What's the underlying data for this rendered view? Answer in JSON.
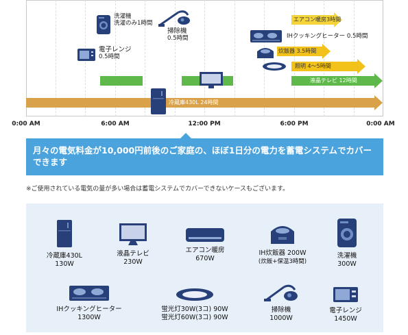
{
  "timeline": {
    "ticks": [
      "0:00 AM",
      "6:00 AM",
      "12:00 PM",
      "6:00 PM",
      "0:00 AM"
    ],
    "bars": {
      "fridge": "冷蔵庫430L 24時間",
      "tv": "液晶テレビ 12時間",
      "light": "照明 4〜5時間",
      "rice": "炊飯器 3.5時間",
      "aircon": "エアコン暖房3時間"
    },
    "labels": {
      "washer_name": "洗濯機",
      "washer_dur": "洗濯のみ1時間",
      "cleaner_name": "掃除機",
      "cleaner_dur": "0.5時間",
      "microwave_name": "電子レンジ",
      "microwave_dur": "0.5時間",
      "ih": "IHクッキングヒーター 0.5時間"
    }
  },
  "banner": {
    "text": "月々の電気料金が10,000円前後のご家庭の、ほぼ1日分の電力を蓄電システムでカバーできます"
  },
  "note": "※ご使用されている電気の量が多い場合は蓄電システムでカバーできないケースもございます。",
  "appliances": [
    {
      "name": "冷蔵庫430L",
      "power": "130W",
      "icon": "fridge-icon"
    },
    {
      "name": "液晶テレビ",
      "power": "230W",
      "icon": "tv-icon"
    },
    {
      "name": "エアコン暖房",
      "power": "670W",
      "icon": "aircon-icon"
    },
    {
      "name": "IH炊飯器 200W",
      "power": "(炊飯+保温3時間)",
      "icon": "rice-cooker-icon"
    },
    {
      "name": "洗濯機",
      "power": "300W",
      "icon": "washer-icon"
    },
    {
      "name": "IHクッキングヒーター",
      "power": "1300W",
      "icon": "ih-cooker-icon"
    },
    {
      "name": "蛍光灯30W(3コ) 90W",
      "power": "蛍光灯60W(3コ) 90W",
      "icon": "ceiling-light-icon"
    },
    {
      "name": "掃除機",
      "power": "1000W",
      "icon": "vacuum-icon"
    },
    {
      "name": "電子レンジ",
      "power": "1450W",
      "icon": "microwave-icon"
    }
  ],
  "colors": {
    "fridge_bar": "#d9a24a",
    "tv_bar": "#5fb84a",
    "light_bar": "#f2c21b",
    "aircon_bar": "#f5d43a",
    "appliance_blue": "#27407a",
    "banner": "#4aa3dc",
    "panel": "#e7f0f8"
  }
}
